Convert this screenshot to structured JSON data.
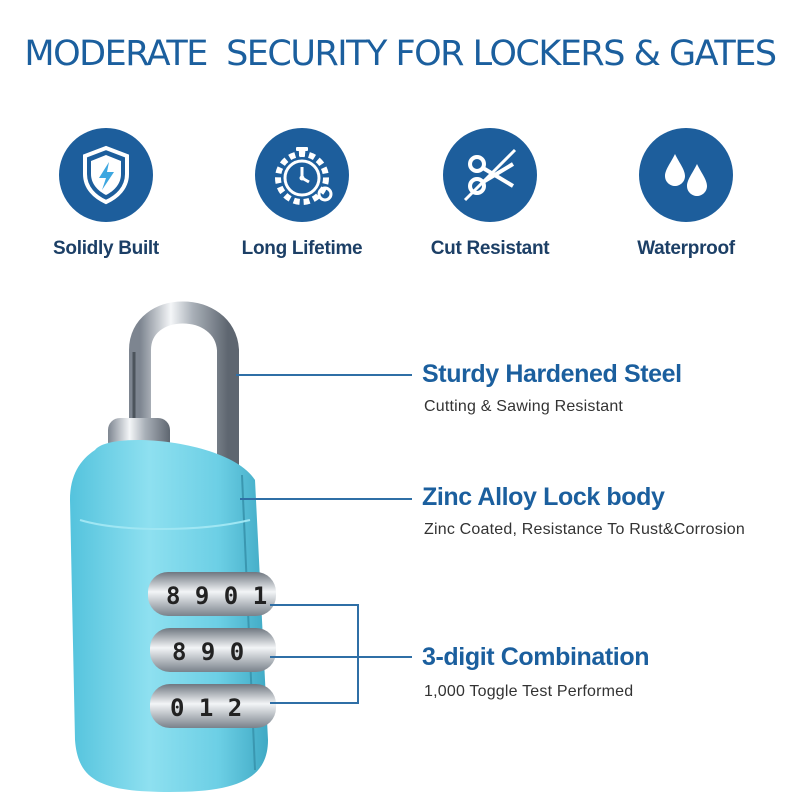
{
  "title": "MODERATE  SECURITY FOR LOCKERS & GATES",
  "features": [
    {
      "label": "Solidly Built",
      "icon": "shield-bolt-icon"
    },
    {
      "label": "Long Lifetime",
      "icon": "gear-stopwatch-icon"
    },
    {
      "label": "Cut Resistant",
      "icon": "scissors-icon"
    },
    {
      "label": "Waterproof",
      "icon": "water-drops-icon"
    }
  ],
  "specs": [
    {
      "title": "Sturdy Hardened Steel",
      "subtitle": "Cutting & Sawing Resistant"
    },
    {
      "title": "Zinc Alloy Lock body",
      "subtitle": "Zinc Coated, Resistance To Rust&Corrosion"
    },
    {
      "title": "3-digit Combination",
      "subtitle": "1,000 Toggle Test Performed"
    }
  ],
  "dials": [
    "8 9 0 1",
    "8 9 0",
    "0 1 2"
  ],
  "colors": {
    "title": "#1b5f9e",
    "icon_bg": "#1d5e9c",
    "feature_text": "#1c3f66",
    "spec_title": "#1b5f9e",
    "lock_body": "#6fd0e6"
  }
}
